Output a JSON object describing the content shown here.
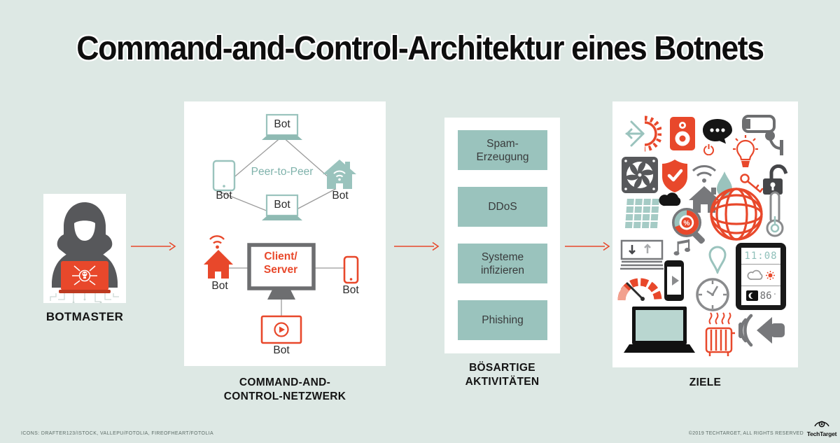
{
  "title": "Command-and-Control-Architektur eines Botnets",
  "botmaster": {
    "label": "BOTMASTER",
    "icon": "hooded-hacker-with-spider-laptop"
  },
  "cnc": {
    "label_line1": "COMMAND-AND-",
    "label_line2": "CONTROL-NETZWERK",
    "bot_label": "Bot",
    "p2p": {
      "title": "Peer-to-Peer",
      "device_icons": [
        "laptop",
        "tablet",
        "smart-home",
        "laptop"
      ]
    },
    "client_server": {
      "title_line1": "Client/",
      "title_line2": "Server",
      "device_icons": [
        "smart-home-wifi",
        "desktop-monitor",
        "smartphone",
        "media-player"
      ]
    }
  },
  "activities": {
    "label_line1": "BÖSARTIGE",
    "label_line2": "AKTIVITÄTEN",
    "items": [
      {
        "line1": "Spam-",
        "line2": "Erzeugung"
      },
      {
        "line1": "DDoS",
        "line2": ""
      },
      {
        "line1": "Systeme",
        "line2": "infizieren"
      },
      {
        "line1": "Phishing",
        "line2": ""
      }
    ]
  },
  "targets": {
    "label": "ZIELE",
    "icons": [
      "climate-control",
      "speaker-box",
      "chat-bubble",
      "power-button",
      "security-camera",
      "light-bulb",
      "cooling-fan",
      "shield-check",
      "smart-home-wifi",
      "water-drop",
      "key",
      "open-padlock",
      "solar-panel",
      "cloud",
      "search-percentage",
      "globe",
      "thermometer",
      "window-blinds",
      "music-notes",
      "map-pin",
      "smart-thermostat",
      "speed-gauge",
      "phone-media-player",
      "wall-clock",
      "laptop",
      "radiator",
      "loudspeaker"
    ],
    "percent_symbol": "%",
    "thermostat": {
      "time": "11:08",
      "temp": "86",
      "unit": "°"
    }
  },
  "footer": {
    "credits": "ICONS: DRAFTER123/ISTOCK, VALLEPU/FOTOLIA, FIREOFHEART/FOTOLIA",
    "copyright": "©2019 TECHTARGET, ALL RIGHTS RESERVED",
    "logo_text": "TechTarget"
  },
  "colors": {
    "background": "#dde8e4",
    "orange": "#e8482b",
    "teal": "#9ac3bd",
    "dark_gray": "#57585b",
    "panel": "#ffffff"
  }
}
